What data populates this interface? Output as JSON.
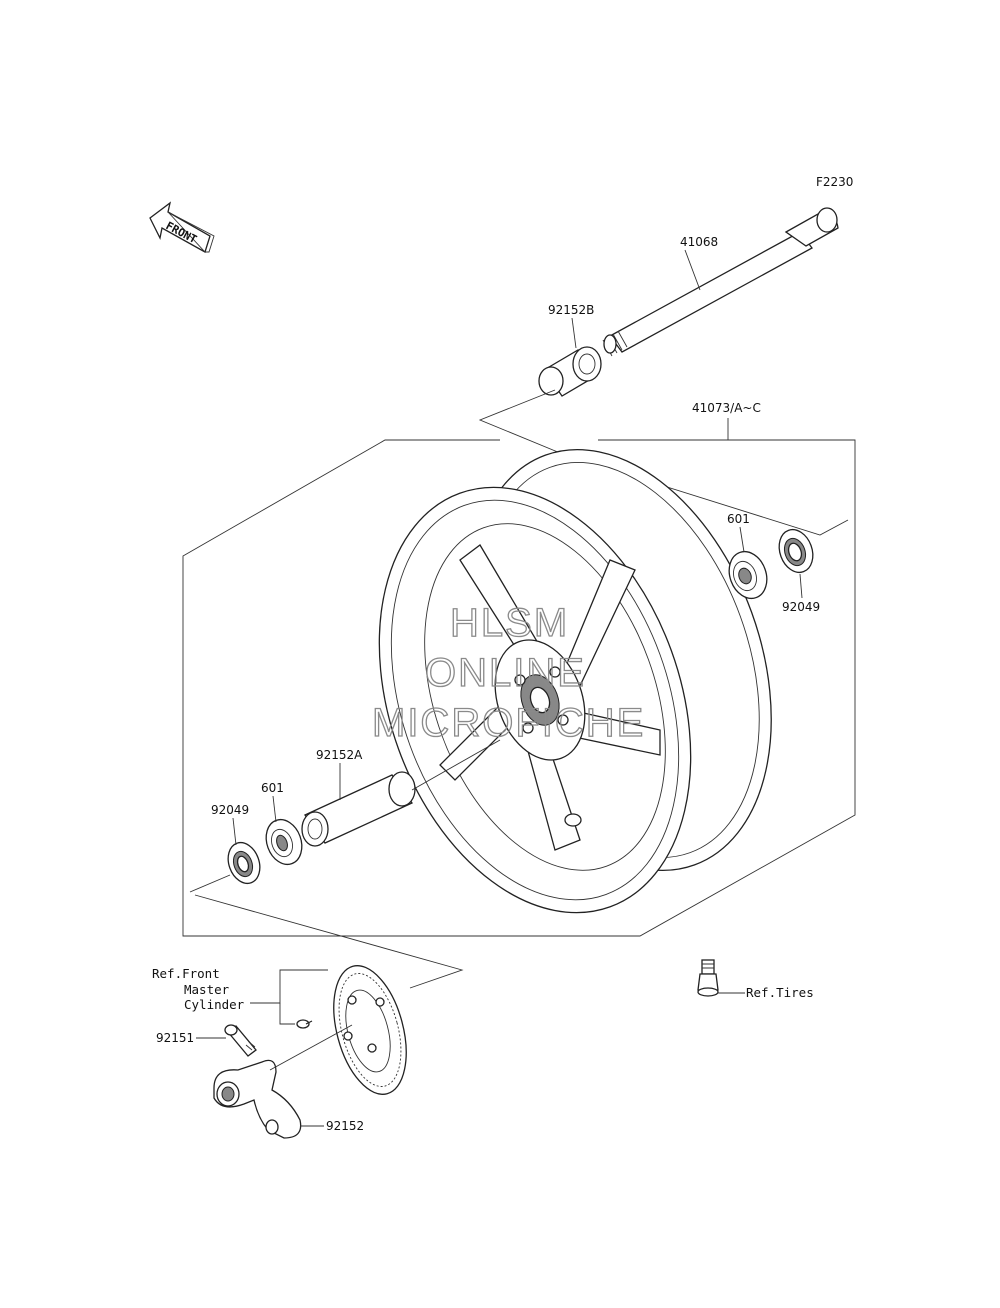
{
  "diagram": {
    "code": "F2230",
    "front_label": "FRONT",
    "watermark": [
      "HLSM",
      "ONLINE",
      "MICROFICHE"
    ],
    "parts": {
      "axle": "41068",
      "collar_b": "92152B",
      "wheel_assy": "41073/A~C",
      "bearing_right": "601",
      "seal_right": "92049",
      "collar_a": "92152A",
      "bearing_left": "601",
      "seal_left": "92049",
      "bolt": "92151",
      "bracket": "92152"
    },
    "refs": {
      "master_cylinder": [
        "Ref.Front",
        "Master",
        "Cylinder"
      ],
      "tires": "Ref.Tires"
    }
  }
}
